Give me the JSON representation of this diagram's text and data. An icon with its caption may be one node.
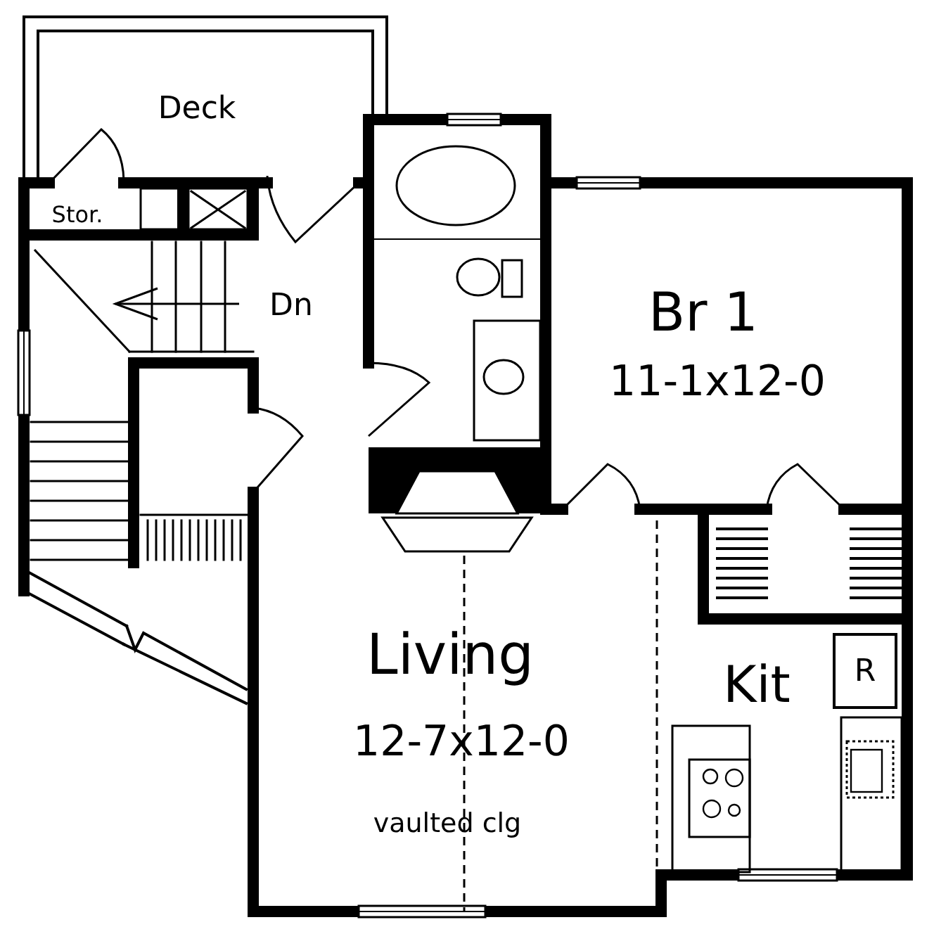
{
  "diagram": {
    "nodes": [
      {
        "text": [
          "R"
        ]
      }
    ],
    "labels": [
      "Deck",
      "Stor.",
      "Dn",
      "Br 1",
      "11-1x12-0",
      "Living",
      "12-7x12-0",
      "vaulted clg",
      "Kit"
    ]
  }
}
